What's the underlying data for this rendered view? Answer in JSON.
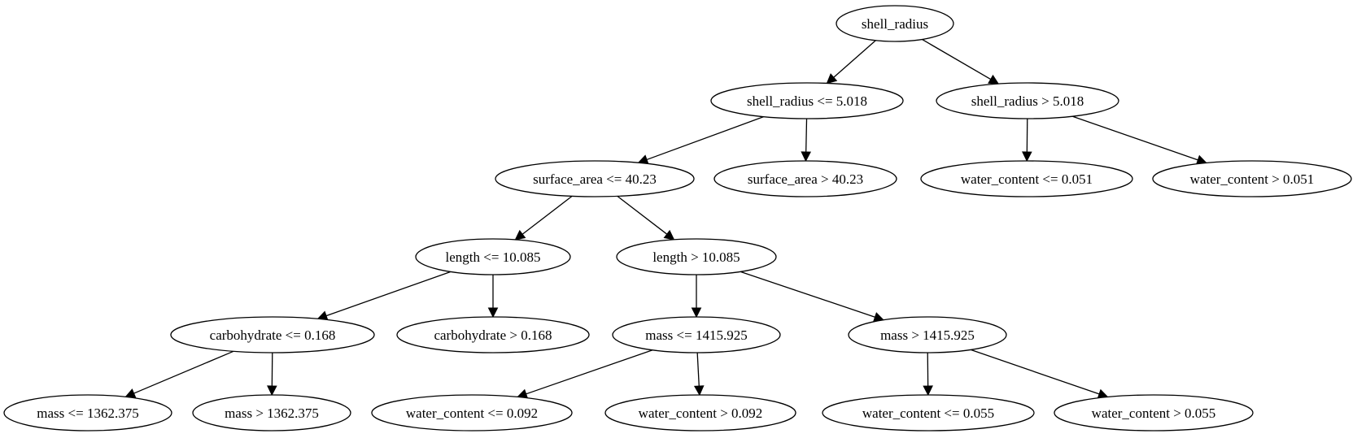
{
  "tree": {
    "nodes": [
      {
        "id": "n0",
        "label": "shell_radius"
      },
      {
        "id": "n1",
        "label": "shell_radius <= 5.018"
      },
      {
        "id": "n2",
        "label": "shell_radius > 5.018"
      },
      {
        "id": "n3",
        "label": "surface_area <= 40.23"
      },
      {
        "id": "n4",
        "label": "surface_area > 40.23"
      },
      {
        "id": "n5",
        "label": "water_content <= 0.051"
      },
      {
        "id": "n6",
        "label": "water_content > 0.051"
      },
      {
        "id": "n7",
        "label": "length <= 10.085"
      },
      {
        "id": "n8",
        "label": "length > 10.085"
      },
      {
        "id": "n9",
        "label": "carbohydrate <= 0.168"
      },
      {
        "id": "n10",
        "label": "carbohydrate > 0.168"
      },
      {
        "id": "n11",
        "label": "mass <= 1415.925"
      },
      {
        "id": "n12",
        "label": "mass > 1415.925"
      },
      {
        "id": "n13",
        "label": "mass <= 1362.375"
      },
      {
        "id": "n14",
        "label": "mass > 1362.375"
      },
      {
        "id": "n15",
        "label": "water_content <= 0.092"
      },
      {
        "id": "n16",
        "label": "water_content > 0.092"
      },
      {
        "id": "n17",
        "label": "water_content <= 0.055"
      },
      {
        "id": "n18",
        "label": "water_content > 0.055"
      }
    ],
    "edges": [
      {
        "from": "n0",
        "to": "n1"
      },
      {
        "from": "n0",
        "to": "n2"
      },
      {
        "from": "n1",
        "to": "n3"
      },
      {
        "from": "n1",
        "to": "n4"
      },
      {
        "from": "n2",
        "to": "n5"
      },
      {
        "from": "n2",
        "to": "n6"
      },
      {
        "from": "n3",
        "to": "n7"
      },
      {
        "from": "n3",
        "to": "n8"
      },
      {
        "from": "n7",
        "to": "n9"
      },
      {
        "from": "n7",
        "to": "n10"
      },
      {
        "from": "n8",
        "to": "n11"
      },
      {
        "from": "n8",
        "to": "n12"
      },
      {
        "from": "n9",
        "to": "n13"
      },
      {
        "from": "n9",
        "to": "n14"
      },
      {
        "from": "n11",
        "to": "n15"
      },
      {
        "from": "n11",
        "to": "n16"
      },
      {
        "from": "n12",
        "to": "n17"
      },
      {
        "from": "n12",
        "to": "n18"
      }
    ]
  }
}
